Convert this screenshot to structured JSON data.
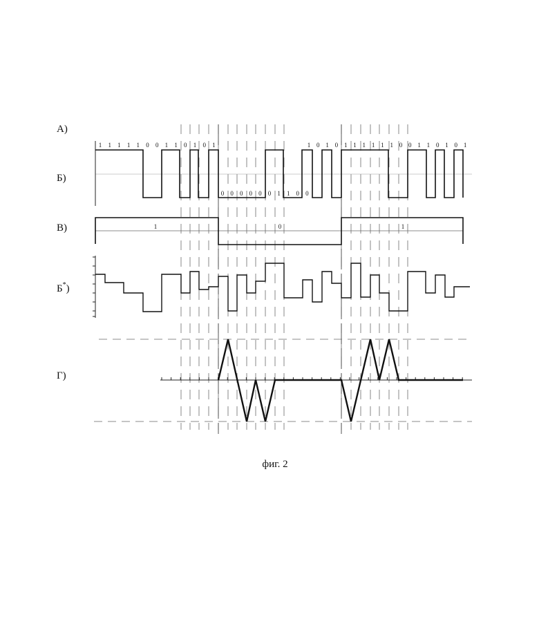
{
  "rows": [
    {
      "id": "A",
      "label": "А)"
    },
    {
      "id": "B",
      "label": "Б)"
    },
    {
      "id": "V",
      "label": "В)"
    },
    {
      "id": "Bstar",
      "label": "Б",
      "superscript": "*",
      "suffix": ")"
    },
    {
      "id": "G",
      "label": "Г)"
    }
  ],
  "bits_top": [
    "1",
    "1",
    "1",
    "1",
    "1",
    "0",
    "0",
    "1",
    "1",
    "0",
    "1",
    "0",
    "1",
    "1",
    "0",
    "1",
    "0",
    "1",
    "1",
    "1",
    "1",
    "1",
    "1",
    "0",
    "0",
    "1",
    "1",
    "0",
    "1",
    "0",
    "1"
  ],
  "bits_bottom": [
    "0",
    "0",
    "0",
    "0",
    "0",
    "0",
    "1",
    "1",
    "0",
    "0"
  ],
  "block_bits": [
    "1",
    "0",
    "1"
  ],
  "caption": "фиг. 2"
}
